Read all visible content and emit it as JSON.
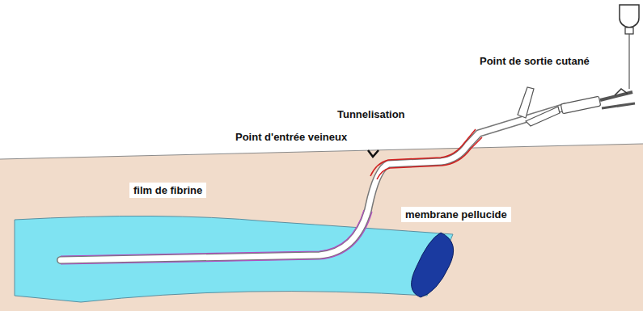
{
  "diagram": {
    "labels": [
      "Tunnelisation",
      "Point de sortie cutané",
      "Point d'entrée veineux",
      "film de fibrine",
      "membrane pellucide"
    ]
  }
}
